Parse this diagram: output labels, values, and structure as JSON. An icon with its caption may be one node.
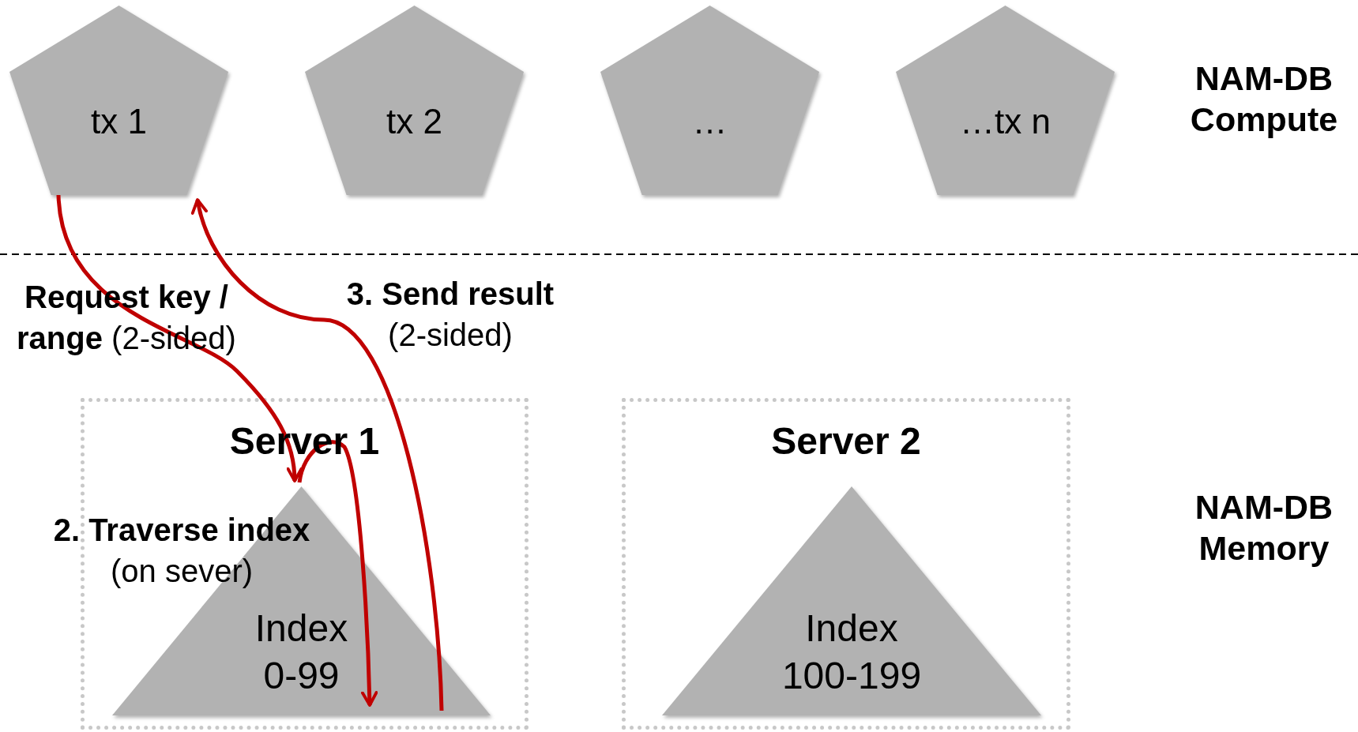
{
  "diagram": {
    "nodes": [
      {
        "text": [
          "tx 1"
        ]
      },
      {
        "text": [
          "tx 2"
        ]
      },
      {
        "text": [
          "…"
        ]
      },
      {
        "text": [
          "…tx n"
        ]
      },
      {
        "text": [
          "Server 1"
        ]
      },
      {
        "text": [
          "Index 0-99"
        ],
        "in": 4
      },
      {
        "text": [
          "Server 2"
        ]
      },
      {
        "text": [
          "Index 100-199"
        ],
        "in": 6
      }
    ],
    "edges": [
      {
        "from": 0,
        "to": 5,
        "arrow": "to",
        "label": "**Request key / range** (2-sided)"
      },
      {
        "from": 5,
        "to": 5,
        "arrow": "to",
        "label": "**2. Traverse index** (on sever)"
      },
      {
        "from": 5,
        "to": 0,
        "arrow": "to",
        "label": "**3. Send result** (2-sided)"
      }
    ],
    "labels": [
      "NAM-DB Compute",
      "NAM-DB Memory"
    ]
  }
}
